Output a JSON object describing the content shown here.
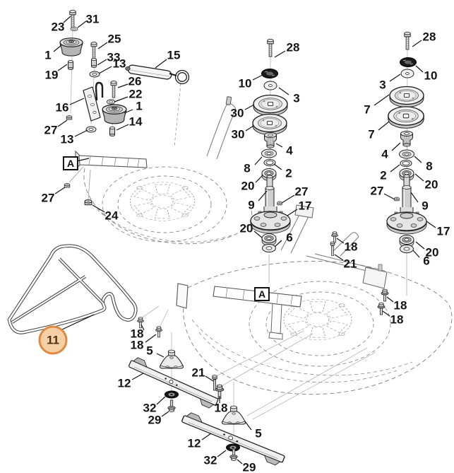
{
  "diagram": {
    "description": "Exploded parts diagram of a ride-on mower cutting deck with belt, pulleys, spindles and blades",
    "highlighted_callout": {
      "text": "11"
    },
    "reference_labels": [
      {
        "text": "A"
      },
      {
        "text": "A"
      }
    ],
    "callouts": [
      {
        "text": "23"
      },
      {
        "text": "31"
      },
      {
        "text": "25"
      },
      {
        "text": "33"
      },
      {
        "text": "13"
      },
      {
        "text": "15"
      },
      {
        "text": "1"
      },
      {
        "text": "19"
      },
      {
        "text": "26"
      },
      {
        "text": "22"
      },
      {
        "text": "1"
      },
      {
        "text": "16"
      },
      {
        "text": "14"
      },
      {
        "text": "27"
      },
      {
        "text": "13"
      },
      {
        "text": "27"
      },
      {
        "text": "24"
      },
      {
        "text": "28"
      },
      {
        "text": "10"
      },
      {
        "text": "3"
      },
      {
        "text": "30"
      },
      {
        "text": "30"
      },
      {
        "text": "4"
      },
      {
        "text": "8"
      },
      {
        "text": "2"
      },
      {
        "text": "20"
      },
      {
        "text": "9"
      },
      {
        "text": "27"
      },
      {
        "text": "17"
      },
      {
        "text": "20"
      },
      {
        "text": "6"
      },
      {
        "text": "28"
      },
      {
        "text": "10"
      },
      {
        "text": "3"
      },
      {
        "text": "7"
      },
      {
        "text": "7"
      },
      {
        "text": "4"
      },
      {
        "text": "8"
      },
      {
        "text": "2"
      },
      {
        "text": "20"
      },
      {
        "text": "27"
      },
      {
        "text": "9"
      },
      {
        "text": "17"
      },
      {
        "text": "20"
      },
      {
        "text": "6"
      },
      {
        "text": "18"
      },
      {
        "text": "21"
      },
      {
        "text": "18"
      },
      {
        "text": "18"
      },
      {
        "text": "18"
      },
      {
        "text": "18"
      },
      {
        "text": "5"
      },
      {
        "text": "12"
      },
      {
        "text": "21"
      },
      {
        "text": "32"
      },
      {
        "text": "18"
      },
      {
        "text": "29"
      },
      {
        "text": "5"
      },
      {
        "text": "12"
      },
      {
        "text": "32"
      },
      {
        "text": "29"
      }
    ],
    "colors": {
      "highlight_fill": "#f6cfa6",
      "highlight_border": "#de8a42",
      "part_line": "#1c1c1c",
      "deck_line": "#8a8a8a"
    }
  }
}
